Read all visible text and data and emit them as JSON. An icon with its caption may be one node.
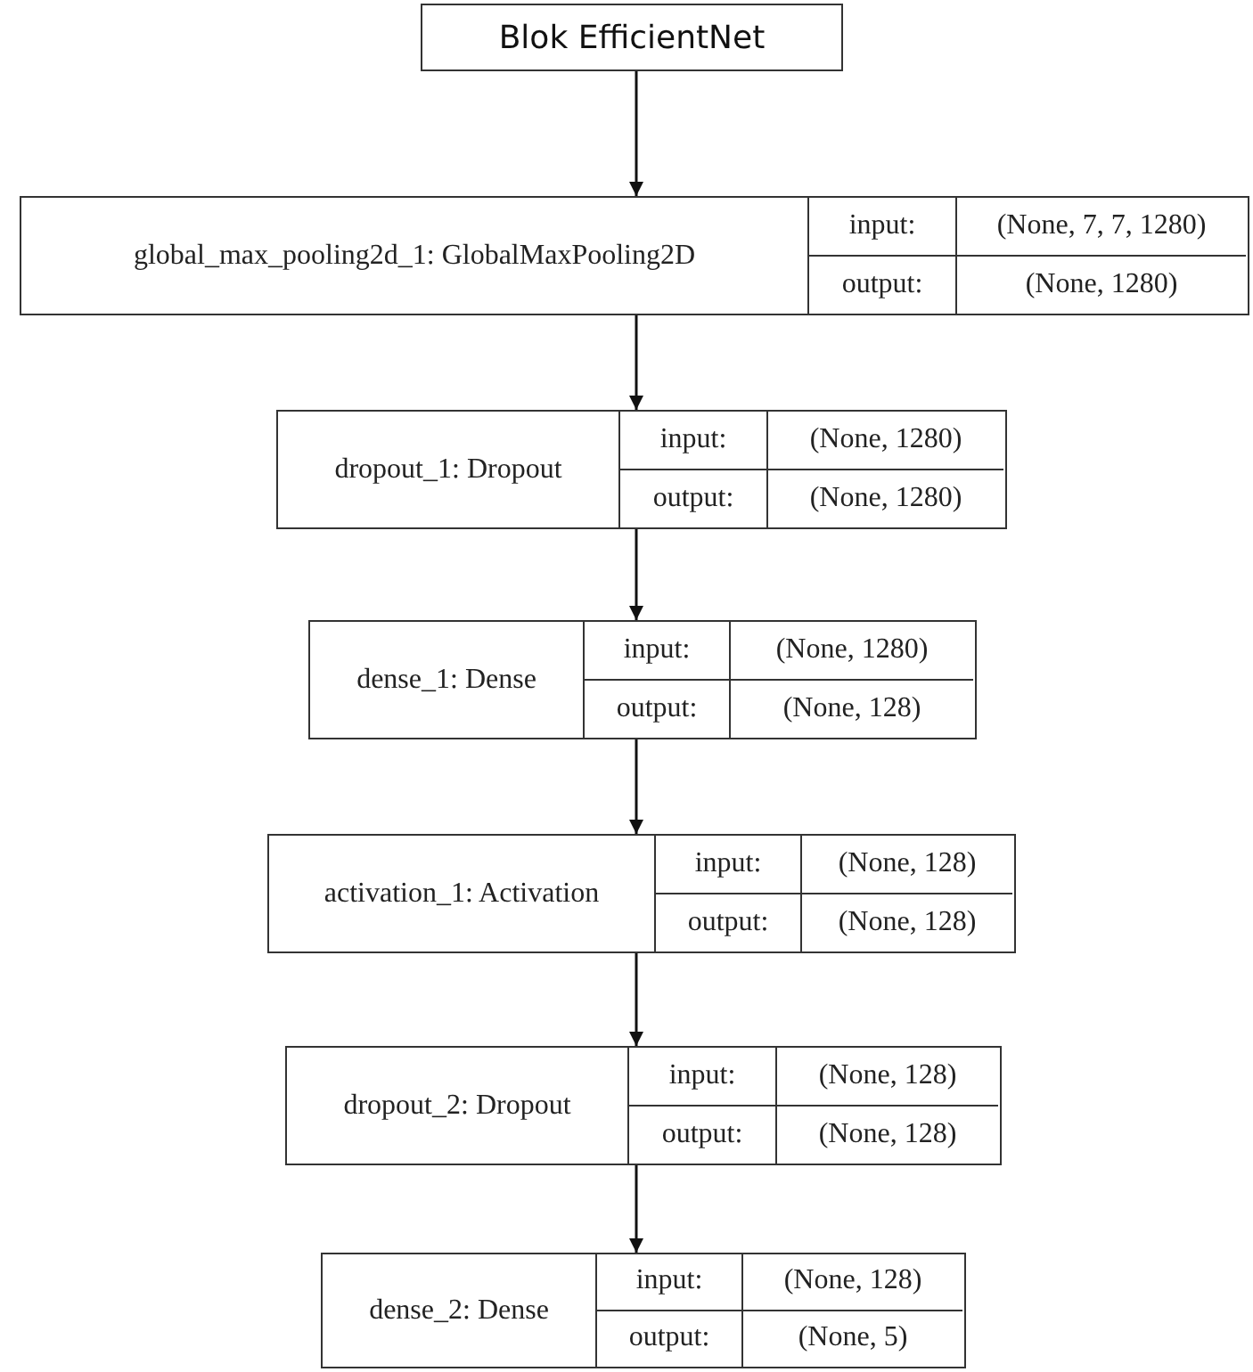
{
  "diagram": {
    "nodes": [
      {
        "text": [
          "Blok EfficientNet"
        ]
      },
      {
        "text": [
          "global_max_pooling2d_1: GlobalMaxPooling2D",
          "input:",
          "(None, 7, 7, 1280)",
          "output:",
          "(None, 1280)"
        ]
      },
      {
        "text": [
          "dropout_1: Dropout",
          "input:",
          "(None, 1280)",
          "output:",
          "(None, 1280)"
        ]
      },
      {
        "text": [
          "dense_1: Dense",
          "input:",
          "(None, 1280)",
          "output:",
          "(None, 128)"
        ]
      },
      {
        "text": [
          "activation_1: Activation",
          "input:",
          "(None, 128)",
          "output:",
          "(None, 128)"
        ]
      },
      {
        "text": [
          "dropout_2: Dropout",
          "input:",
          "(None, 128)",
          "output:",
          "(None, 128)"
        ]
      },
      {
        "text": [
          "dense_2: Dense",
          "input:",
          "(None, 128)",
          "output:",
          "(None, 5)"
        ]
      }
    ],
    "edges": [
      {
        "from": 0,
        "to": 1,
        "arrow": "to"
      },
      {
        "from": 1,
        "to": 2,
        "arrow": "to"
      },
      {
        "from": 2,
        "to": 3,
        "arrow": "to"
      },
      {
        "from": 3,
        "to": 4,
        "arrow": "to"
      },
      {
        "from": 4,
        "to": 5,
        "arrow": "to"
      },
      {
        "from": 5,
        "to": 6,
        "arrow": "to"
      }
    ]
  }
}
